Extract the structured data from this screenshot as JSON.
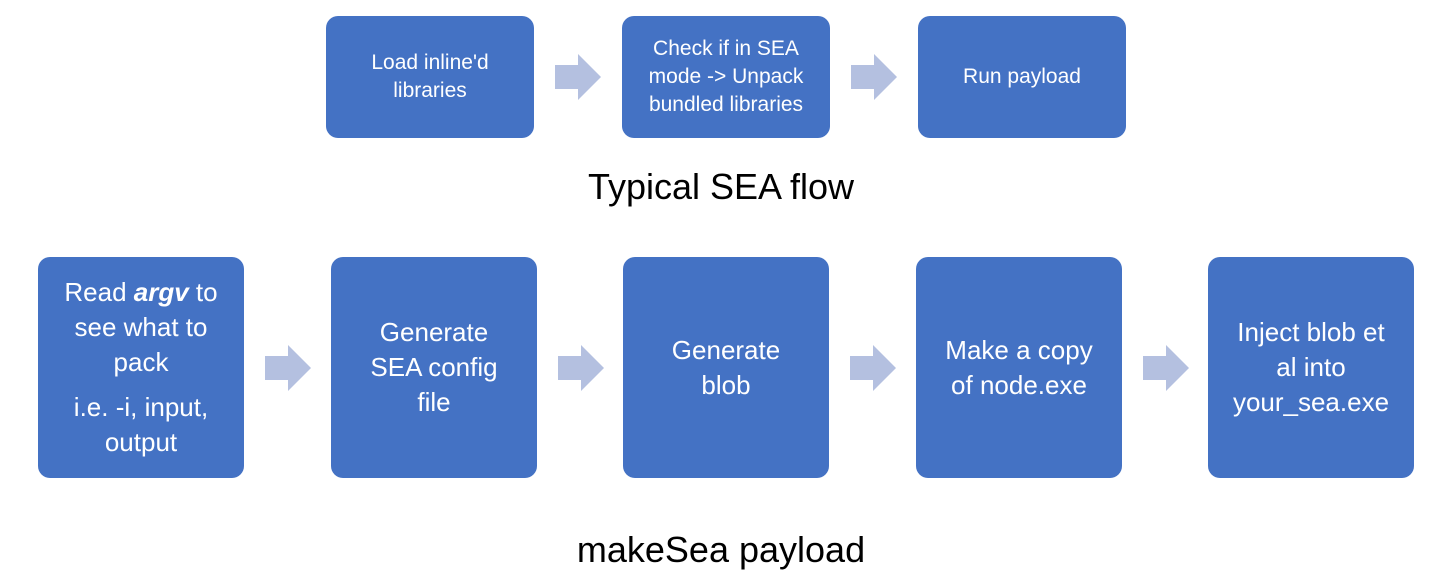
{
  "colors": {
    "box_fill": "#4472c4",
    "box_text": "#ffffff",
    "arrow_fill": "#b4c0e0",
    "caption_text": "#000000"
  },
  "typical_flow": {
    "caption": "Typical SEA flow",
    "steps": [
      {
        "lines": [
          "Load inline'd",
          "libraries"
        ]
      },
      {
        "lines": [
          "Check if in SEA",
          "mode -> Unpack",
          "bundled libraries"
        ]
      },
      {
        "lines": [
          "Run payload"
        ]
      }
    ]
  },
  "makesea_flow": {
    "caption": "makeSea payload",
    "steps": [
      {
        "line1_prefix": "Read ",
        "line1_emphasis": "argv",
        "line1_suffix": " to",
        "lines": [
          "see what to",
          "pack"
        ],
        "note_lines": [
          "i.e. -i, input,",
          "output"
        ]
      },
      {
        "lines": [
          "Generate",
          "SEA config",
          "file"
        ]
      },
      {
        "lines": [
          "Generate",
          "blob"
        ]
      },
      {
        "lines": [
          "Make a copy",
          "of node.exe"
        ]
      },
      {
        "lines": [
          "Inject blob et",
          "al into",
          "your_sea.exe"
        ]
      }
    ]
  }
}
